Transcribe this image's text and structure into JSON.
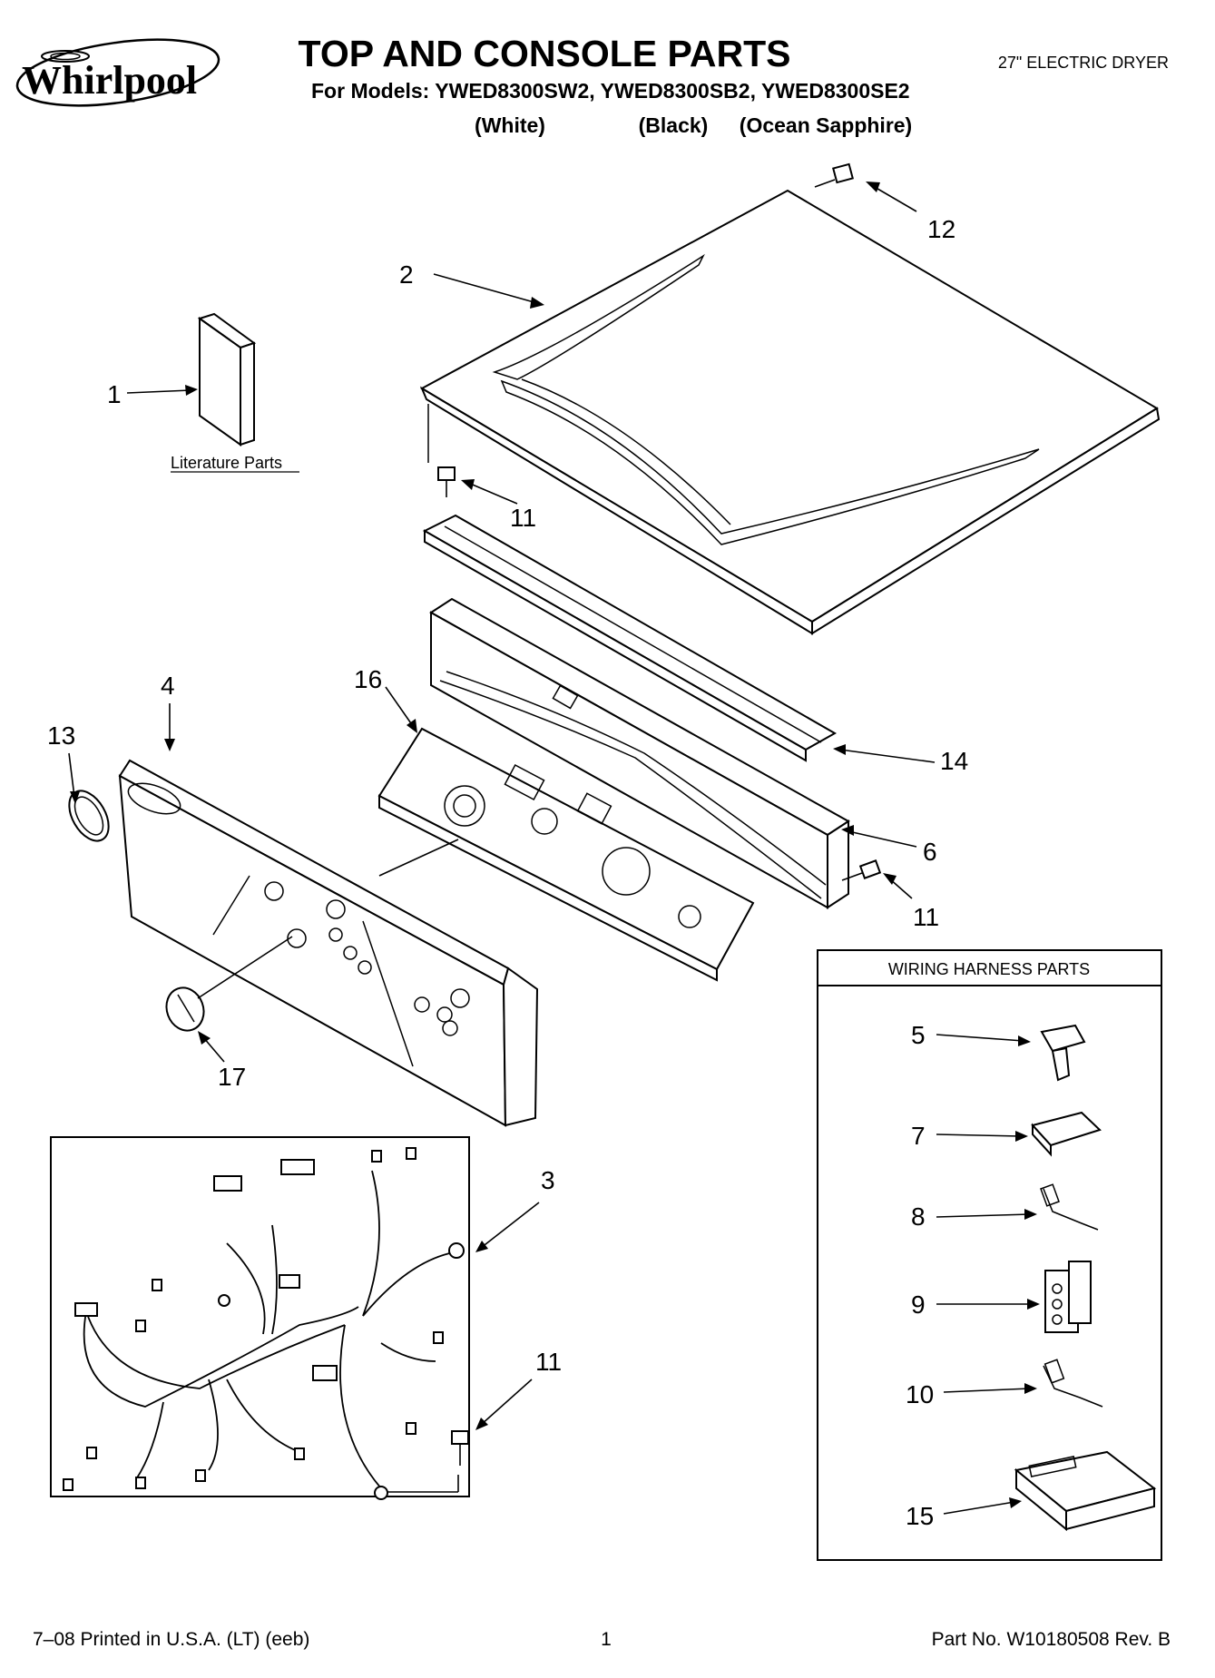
{
  "header": {
    "brand": "Whirlpool",
    "title": "TOP AND CONSOLE PARTS",
    "models_line": "For Models: YWED8300SW2, YWED8300SB2, YWED8300SE2",
    "color_white": "(White)",
    "color_black": "(Black)",
    "color_sapphire": "(Ocean Sapphire)",
    "product": "27\" ELECTRIC DRYER"
  },
  "literature_label": "Literature Parts",
  "wiring_box_title": "WIRING HARNESS PARTS",
  "callouts": {
    "c1": "1",
    "c2": "2",
    "c3": "3",
    "c4": "4",
    "c5": "5",
    "c6": "6",
    "c7": "7",
    "c8": "8",
    "c9": "9",
    "c10": "10",
    "c11a": "11",
    "c11b": "11",
    "c11c": "11",
    "c12": "12",
    "c13": "13",
    "c14": "14",
    "c15": "15",
    "c16": "16",
    "c17": "17"
  },
  "footer": {
    "printed": "7–08 Printed in U.S.A. (LT) (eeb)",
    "page": "1",
    "part_no": "Part No. W10180508 Rev. B"
  },
  "colors": {
    "ink": "#000000",
    "paper": "#ffffff"
  }
}
